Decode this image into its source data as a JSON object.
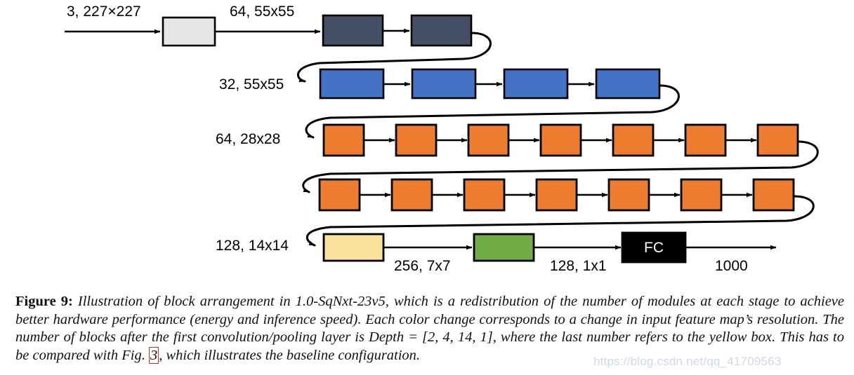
{
  "figure": {
    "number_label": "Figure 9:",
    "caption_part1": "Illustration of block arrangement in 1.0-SqNxt-23v5, which is a redistribution of the number of modules at each stage to achieve better hardware performance (energy and inference speed). Each color change corresponds to a change in input feature map’s resolution. The number of blocks after the first convolution/pooling layer is ",
    "caption_math": "Depth = [2, 4, 14, 1]",
    "caption_part2": ", where the last number refers to the yellow box. This has to be compared with Fig. ",
    "caption_ref": "3",
    "caption_part3": ", which illustrates the baseline configuration.",
    "watermark": "https://blog.csdn.net/qq_41709563"
  },
  "edge_labels": {
    "input": "3, 227×227",
    "after_conv": "64, 55x55",
    "row2": "32, 55x55",
    "row3": "64, 28x28",
    "row5": "128, 14x14",
    "after_yellow": "256, 7x7",
    "after_green": "128, 1x1",
    "output": "1000"
  },
  "blocks": {
    "fc_label": "FC",
    "rows": [
      {
        "name": "stem-row",
        "label": "3, 227×227",
        "boxes": [
          {
            "kind": "conv-pool",
            "color": "#E5E5E5",
            "count": 1
          },
          {
            "kind": "stage1-module",
            "color": "#444F66",
            "count": 2
          }
        ]
      },
      {
        "name": "stage2-row",
        "label": "32, 55x55",
        "boxes": [
          {
            "kind": "stage2-module",
            "color": "#4472C4",
            "count": 4
          }
        ]
      },
      {
        "name": "stage3-row-a",
        "label": "64, 28x28",
        "boxes": [
          {
            "kind": "stage3-module",
            "color": "#ED7D31",
            "count": 7
          }
        ]
      },
      {
        "name": "stage3-row-b",
        "label": "",
        "boxes": [
          {
            "kind": "stage3-module",
            "color": "#ED7D31",
            "count": 7
          }
        ]
      },
      {
        "name": "stage4-row",
        "label": "128, 14x14",
        "boxes": [
          {
            "kind": "stage4-module",
            "color": "#FCE19B",
            "count": 1
          },
          {
            "kind": "global-pool",
            "color": "#70AD47",
            "count": 1
          },
          {
            "kind": "fully-connected",
            "color": "#000000",
            "count": 1
          }
        ]
      }
    ]
  },
  "colors": {
    "conv_pool_gray": "#E5E5E5",
    "stage1_dark_slate": "#444F66",
    "stage2_blue": "#4472C4",
    "stage3_orange": "#ED7D31",
    "stage4_yellow": "#FCE19B",
    "pool_green": "#70AD47",
    "fc_black": "#000000",
    "stroke": "#000000",
    "ref_box_red": "#d03020"
  }
}
